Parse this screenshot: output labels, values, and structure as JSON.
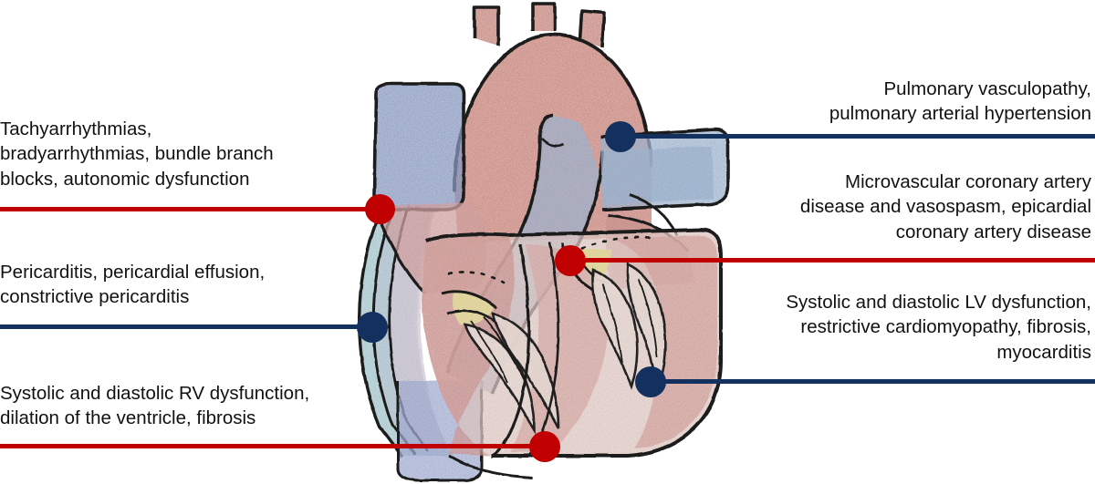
{
  "figure": {
    "title": "Cardiac manifestations diagram",
    "illustration_name": "hand-drawn cross-section of the human heart",
    "colors": {
      "red": "#C00000",
      "navy": "#14305F",
      "myocardium": "#d99b96",
      "aorta": "#d08a80",
      "vena_cava_blue": "#8b9ccb",
      "pulmonary_artery": "#a8bcd8",
      "pericardium_teal": "#9fc8cf",
      "endocardium_pale": "#e7cdc8",
      "valve_yellow": "#e8dda3",
      "outline": "#1a1a1a",
      "background": "#ffffff"
    }
  },
  "callouts": [
    {
      "id": "arrhythmias",
      "side": "left",
      "color": "#C00000",
      "color_name": "red",
      "text": "Tachyarrhythmias,\nbradyarrhythmias, bundle branch\nblocks, autonomic dysfunction"
    },
    {
      "id": "pericardial-disease",
      "side": "left",
      "color": "#14305F",
      "color_name": "navy",
      "text": "Pericarditis, pericardial effusion,\nconstrictive pericarditis"
    },
    {
      "id": "rv-dysfunction",
      "side": "left",
      "color": "#C00000",
      "color_name": "red",
      "text": "Systolic and diastolic RV dysfunction,\ndilation of the ventricle, fibrosis"
    },
    {
      "id": "pulmonary-vasculopathy",
      "side": "right",
      "color": "#14305F",
      "color_name": "navy",
      "text": "Pulmonary vasculopathy,\npulmonary arterial hypertension"
    },
    {
      "id": "coronary-artery-disease",
      "side": "right",
      "color": "#C00000",
      "color_name": "red",
      "text": "Microvascular coronary artery\ndisease and vasospasm, epicardial\ncoronary artery disease"
    },
    {
      "id": "lv-dysfunction",
      "side": "right",
      "color": "#14305F",
      "color_name": "navy",
      "text": "Systolic and diastolic LV dysfunction,\nrestrictive cardiomyopathy, fibrosis,\nmyocarditis"
    }
  ]
}
